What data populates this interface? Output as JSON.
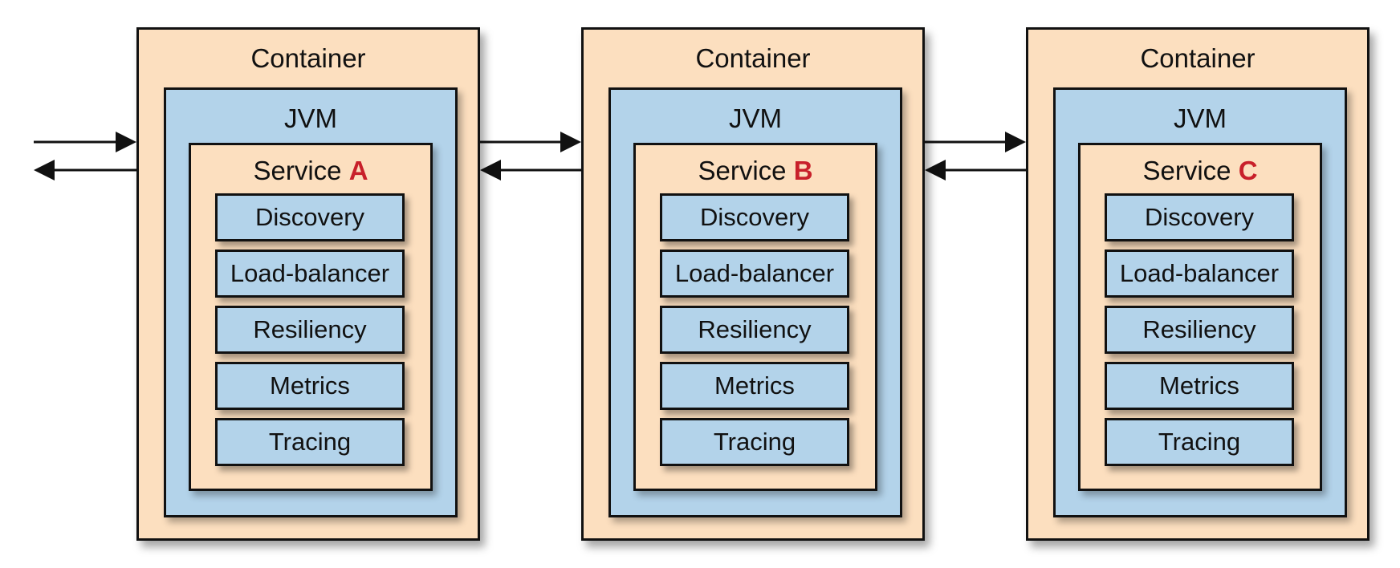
{
  "containers": [
    {
      "title": "Container",
      "jvm": "JVM",
      "service_label": "Service",
      "service_letter": "A",
      "modules": [
        "Discovery",
        "Load-balancer",
        "Resiliency",
        "Metrics",
        "Tracing"
      ]
    },
    {
      "title": "Container",
      "jvm": "JVM",
      "service_label": "Service",
      "service_letter": "B",
      "modules": [
        "Discovery",
        "Load-balancer",
        "Resiliency",
        "Metrics",
        "Tracing"
      ]
    },
    {
      "title": "Container",
      "jvm": "JVM",
      "service_label": "Service",
      "service_letter": "C",
      "modules": [
        "Discovery",
        "Load-balancer",
        "Resiliency",
        "Metrics",
        "Tracing"
      ]
    }
  ],
  "colors": {
    "container_fill": "#fcdfbf",
    "jvm_fill": "#b3d3ea",
    "module_fill": "#b3d3ea",
    "border": "#111111",
    "service_letter": "#c8202a"
  }
}
